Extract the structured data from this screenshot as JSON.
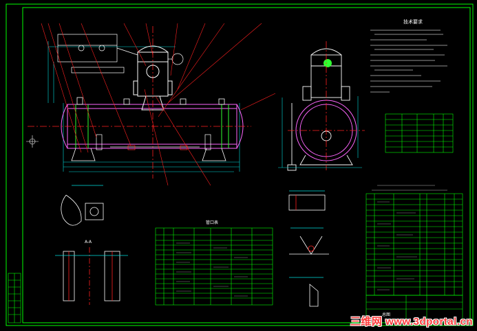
{
  "drawing": {
    "tech_requirements_title": "技术要求",
    "table_title": "管口表",
    "section_label": "A-A",
    "sheet_name": "总图",
    "watermark": "三维网 www.3dportal.cn"
  },
  "colors": {
    "background": "#000000",
    "frame": "#00ff00",
    "table": "#00ff00",
    "outline": "#ffffff",
    "vessel": "#ff66ff",
    "centerline": "#ff2020",
    "dimension": "#00e0e0",
    "pipe": "#ffff00",
    "fitting": "#30ff30",
    "callout": "#ff3030"
  }
}
